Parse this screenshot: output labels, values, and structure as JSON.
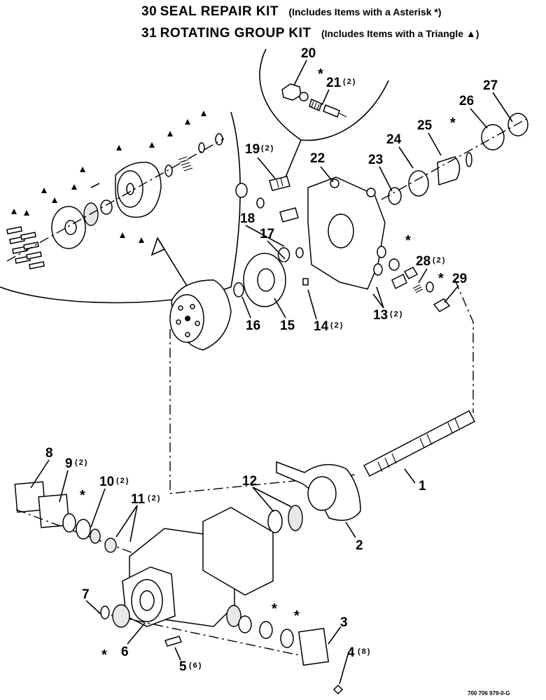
{
  "header": {
    "kit30": {
      "number": "30",
      "title": "SEAL REPAIR KIT",
      "note": "(Includes Items with a Asterisk *)"
    },
    "kit31": {
      "number": "31",
      "title": "ROTATING GROUP KIT",
      "note": "(Includes Items with a Triangle ▲)"
    }
  },
  "callouts": [
    {
      "num": "1",
      "qty": ""
    },
    {
      "num": "2",
      "qty": ""
    },
    {
      "num": "3",
      "qty": ""
    },
    {
      "num": "4",
      "qty": "(8)"
    },
    {
      "num": "5",
      "qty": "(6)"
    },
    {
      "num": "6",
      "qty": ""
    },
    {
      "num": "7",
      "qty": ""
    },
    {
      "num": "8",
      "qty": ""
    },
    {
      "num": "9",
      "qty": "(2)"
    },
    {
      "num": "10",
      "qty": "(2)"
    },
    {
      "num": "11",
      "qty": "(2)"
    },
    {
      "num": "12",
      "qty": ""
    },
    {
      "num": "13",
      "qty": "(2)"
    },
    {
      "num": "14",
      "qty": "(2)"
    },
    {
      "num": "15",
      "qty": ""
    },
    {
      "num": "16",
      "qty": ""
    },
    {
      "num": "17",
      "qty": ""
    },
    {
      "num": "18",
      "qty": ""
    },
    {
      "num": "19",
      "qty": "(2)"
    },
    {
      "num": "20",
      "qty": ""
    },
    {
      "num": "21",
      "qty": "(2)"
    },
    {
      "num": "22",
      "qty": ""
    },
    {
      "num": "23",
      "qty": ""
    },
    {
      "num": "24",
      "qty": ""
    },
    {
      "num": "25",
      "qty": ""
    },
    {
      "num": "26",
      "qty": ""
    },
    {
      "num": "27",
      "qty": ""
    },
    {
      "num": "28",
      "qty": "(2)"
    },
    {
      "num": "29",
      "qty": ""
    }
  ],
  "symbols": {
    "asterisk": "*",
    "triangle": "▲"
  },
  "drawing_code": "700 706 979-0-G"
}
